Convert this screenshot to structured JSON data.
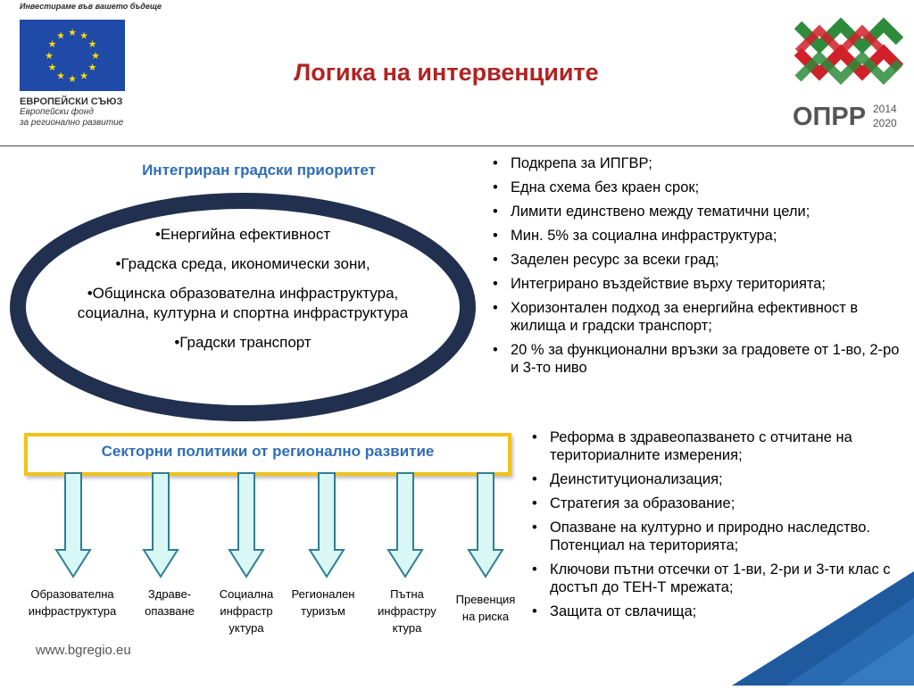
{
  "header": {
    "eu_slogan": "Инвестираме във вашето бъдеще",
    "eu_label_line1": "ЕВРОПЕЙСКИ СЪЮЗ",
    "eu_label_line2": "Европейски фонд",
    "eu_label_line3": "за регионално развитие",
    "title": "Логика на интервенциите",
    "logo_text": "ОПРР",
    "logo_year_top": "2014",
    "logo_year_bottom": "2020"
  },
  "priority": {
    "title": "Интегриран градски приоритет",
    "items": [
      "•Енергийна ефективност",
      "•Градска среда, икономически зони,",
      "•Общинска образователна инфраструктура, социална, културна и спортна инфраструктура",
      "•Градски транспорт"
    ]
  },
  "top_list": [
    "Подкрепа за ИПГВР;",
    "Една схема без краен срок;",
    "Лимити единствено между тематични цели;",
    "Мин. 5% за социална инфраструктура;",
    "Заделен ресурс за всеки град;",
    "Интегрирано въздействие върху територията;",
    "Хоризонтален подход за енергийна ефективност в жилища и градски транспорт;",
    "20 % за функционални връзки за градовете от 1-во, 2-ро и 3-то ниво"
  ],
  "sector": {
    "title": "Секторни политики от регионално развитие",
    "labels": [
      {
        "line1": "Образователна",
        "line2": "инфраструктура",
        "line3": ""
      },
      {
        "line1": "Здраве-",
        "line2": "опазване",
        "line3": ""
      },
      {
        "line1": "Социална",
        "line2": "инфрастр",
        "line3": "уктура"
      },
      {
        "line1": "Регионален",
        "line2": "туризъм",
        "line3": ""
      },
      {
        "line1": "Пътна",
        "line2": "инфрастру",
        "line3": "ктура"
      },
      {
        "line1": "Превенция",
        "line2": "на риска",
        "line3": ""
      }
    ]
  },
  "bottom_list": [
    "Реформа в здравеопазването с отчитане на териториалните измерения;",
    "Деинституционализация;",
    "Стратегия за образование;",
    "Опазване на културно и природно наследство. Потенциал на територията;",
    "Ключови пътни отсечки от 1-ви, 2-ри и 3-ти клас с достъп до ТЕН-Т мрежата;",
    "Защита от свлачища;"
  ],
  "footer": {
    "url": "www.bgregio.eu"
  },
  "colors": {
    "title_red": "#b22222",
    "heading_blue": "#2f6db5",
    "ellipse_navy": "#22304f",
    "box_yellow": "#f2c21b",
    "arrow_fill": "#d9f7f5",
    "arrow_stroke": "#2e7f94",
    "eu_blue": "#1f4aa8",
    "eu_star": "#ffdd00",
    "logo_green": "#2e8b3c",
    "logo_red": "#d0202a",
    "corner_blue": "#1f5a9e"
  }
}
